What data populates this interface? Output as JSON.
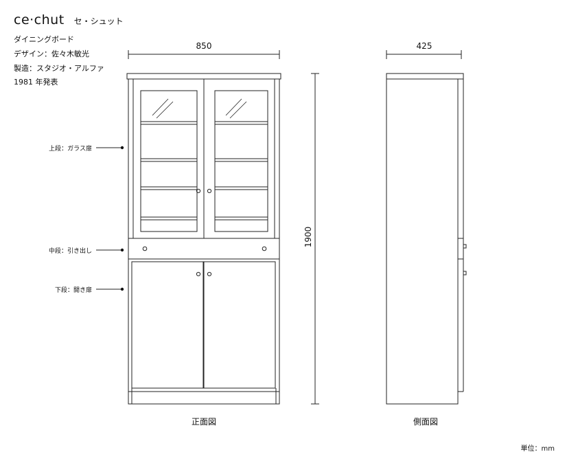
{
  "header": {
    "title": "ce·chut",
    "subtitle": "セ・シュット",
    "category": "ダイニングボード",
    "designer": "デザイン：佐々木敏光",
    "maker": "製造：スタジオ・アルファ",
    "year": "1981 年発表"
  },
  "dimensions": {
    "width": "850",
    "depth": "425",
    "height": "1900"
  },
  "callouts": {
    "upper": "上段：ガラス扉",
    "middle": "中段：引き出し",
    "lower": "下段：開き扉"
  },
  "views": {
    "front": "正面図",
    "side": "側面図"
  },
  "unit": "単位：mm"
}
